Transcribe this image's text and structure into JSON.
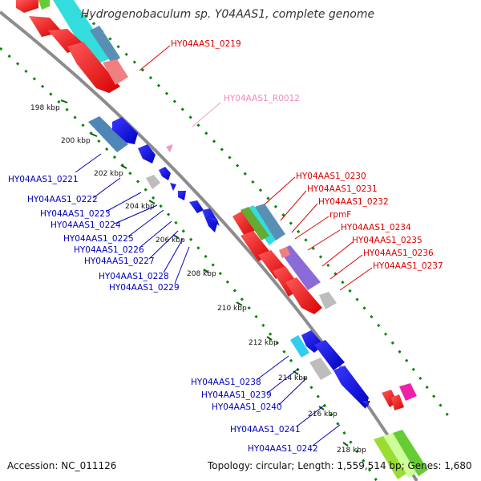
{
  "title": "Hydrogenobaculum sp. Y04AAS1, complete genome",
  "accession": "Accession: NC_011126",
  "summary": "Topology: circular; Length: 1,559,514 bp; Genes: 1,680",
  "colors": {
    "plus_strand_label": "#dd0000",
    "minus_strand_label": "#0000bb",
    "rna_label": "#ee88bb",
    "backbone": "#8c8c8c",
    "dotted_track": "#008800"
  },
  "kbp_ticks": [
    "198 kbp",
    "200 kbp",
    "202 kbp",
    "204 kbp",
    "206 kbp",
    "208 kbp",
    "210 kbp",
    "212 kbp",
    "214 kbp",
    "216 kbp",
    "218 kbp"
  ],
  "plus_labels": [
    "HY04AAS1_0219",
    "HY04AAS1_0230",
    "HY04AAS1_0231",
    "HY04AAS1_0232",
    "rpmF",
    "HY04AAS1_0234",
    "HY04AAS1_0235",
    "HY04AAS1_0236",
    "HY04AAS1_0237"
  ],
  "rna_labels": [
    "HY04AAS1_R0012"
  ],
  "minus_labels": [
    "HY04AAS1_0221",
    "HY04AAS1_0222",
    "HY04AAS1_0223",
    "HY04AAS1_0224",
    "HY04AAS1_0225",
    "HY04AAS1_0226",
    "HY04AAS1_0227",
    "HY04AAS1_0228",
    "HY04AAS1_0229",
    "HY04AAS1_0238",
    "HY04AAS1_0239",
    "HY04AAS1_0240",
    "HY04AAS1_0241",
    "HY04AAS1_0242"
  ]
}
